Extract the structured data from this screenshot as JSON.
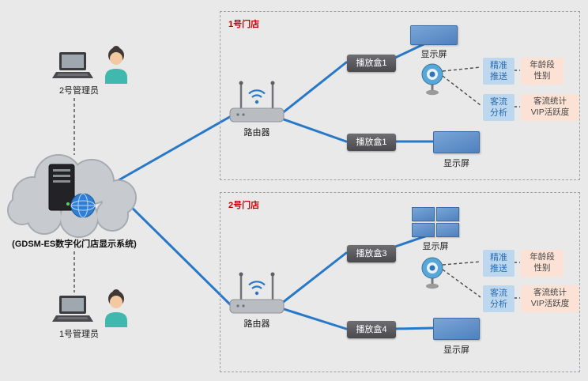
{
  "colors": {
    "background": "#e9e9e9",
    "line_blue": "#2878c8",
    "display_blue": "#4f81bd",
    "playbox_gray": "#4a4a4e",
    "tag_blue_bg": "#bdd7ee",
    "tag_peach_bg": "#fbe2d5",
    "store_title_red": "#c00000"
  },
  "system_label": "(GDSM-ES数字化门店显示系统)",
  "admin_top_label": "2号管理员",
  "admin_bottom_label": "1号管理员",
  "stores": [
    {
      "title": "1号门店",
      "router_label": "路由器",
      "playbox_top_label": "播放盒1",
      "display_top_label": "显示屏",
      "playbox_bottom_label": "播放盒1",
      "display_bottom_label": "显示屏",
      "push_label": "精准\n推送",
      "push_result_label": "年龄段\n性别",
      "analysis_label": "客流\n分析",
      "analysis_result_label": "客流统计\nVIP活跃度"
    },
    {
      "title": "2号门店",
      "router_label": "路由器",
      "playbox_top_label": "播放盒3",
      "display_top_label": "显示屏",
      "playbox_bottom_label": "播放盒4",
      "display_bottom_label": "显示屏",
      "push_label": "精准\n推送",
      "push_result_label": "年龄段\n性别",
      "analysis_label": "客流\n分析",
      "analysis_result_label": "客流统计\nVIP活跃度"
    }
  ]
}
